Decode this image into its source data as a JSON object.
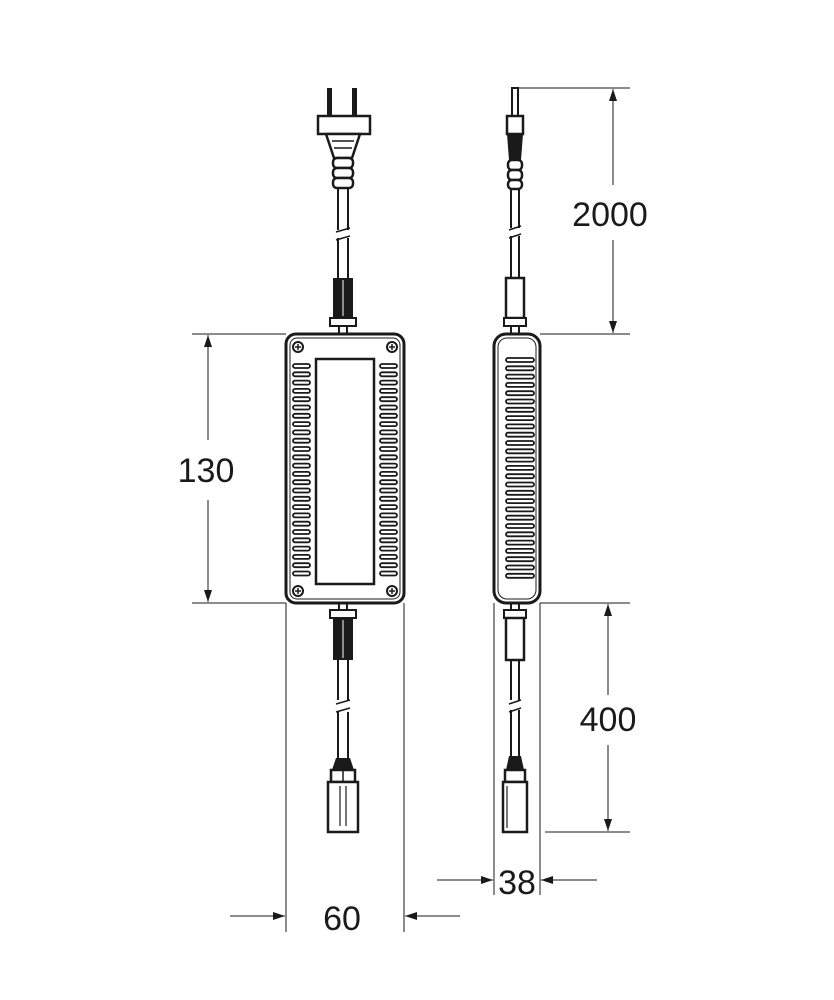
{
  "dimensions": {
    "body_height": "130",
    "cable_in_length": "2000",
    "cable_out_length": "400",
    "body_width": "60",
    "body_depth": "38"
  }
}
